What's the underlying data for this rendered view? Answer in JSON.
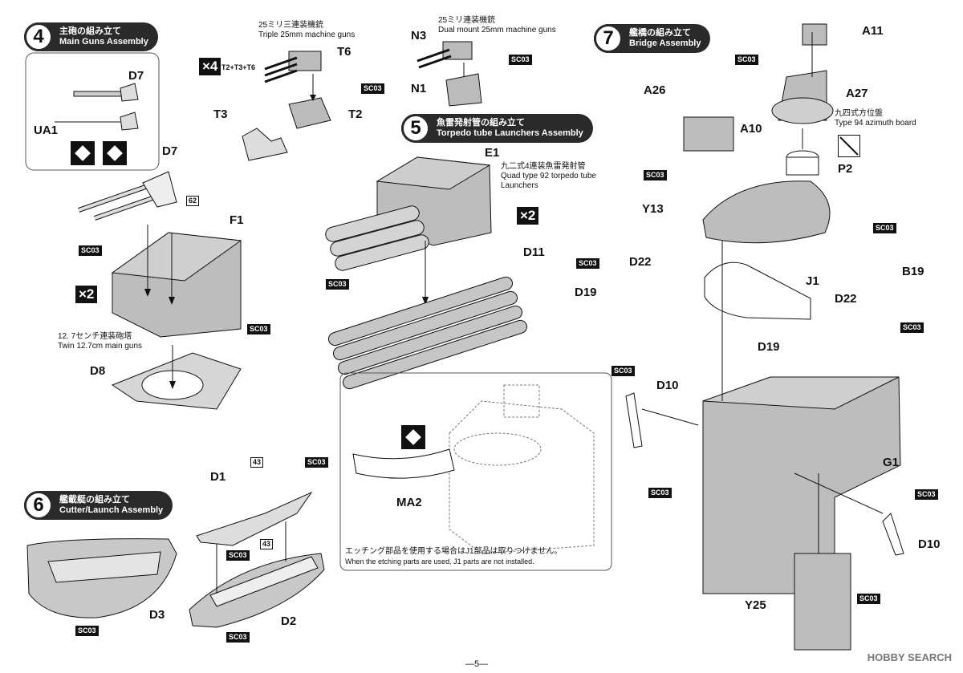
{
  "steps": {
    "s4": {
      "num": "4",
      "jp": "主砲の組み立て",
      "en": "Main Guns Assembly"
    },
    "s5": {
      "num": "5",
      "jp": "魚雷発射管の組み立て",
      "en": "Torpedo tube Launchers Assembly"
    },
    "s6": {
      "num": "6",
      "jp": "艦載艇の組み立て",
      "en": "Cutter/Launch Assembly"
    },
    "s7": {
      "num": "7",
      "jp": "艦橋の組み立て",
      "en": "Bridge Assembly"
    }
  },
  "parts": {
    "d7a": "D7",
    "ua1": "UA1",
    "d7b": "D7",
    "f1": "F1",
    "d8": "D8",
    "t6": "T6",
    "t3": "T3",
    "t2": "T2",
    "n3": "N3",
    "n1": "N1",
    "e1": "E1",
    "d11": "D11",
    "ma2": "MA2",
    "d1": "D1",
    "d3": "D3",
    "d2": "D2",
    "a11": "A11",
    "a26": "A26",
    "a27": "A27",
    "a10": "A10",
    "p2": "P2",
    "y13": "Y13",
    "d22a": "D22",
    "d19a": "D19",
    "j1": "J1",
    "b19": "B19",
    "d22b": "D22",
    "d19b": "D19",
    "d10a": "D10",
    "g1": "G1",
    "d10b": "D10",
    "y25": "Y25"
  },
  "notes": {
    "triple_jp": "25ミリ三連装機銃",
    "triple_en": "Triple 25mm machine guns",
    "dual_jp": "25ミリ連装機銃",
    "dual_en": "Dual mount 25mm machine guns",
    "twin_jp": "12. 7センチ連装砲塔",
    "twin_en": "Twin 12.7cm main guns",
    "torp_jp": "九二式4連装魚雷発射管",
    "torp_en1": "Quad type 92 torpedo tube",
    "torp_en2": "Launchers",
    "azi_jp": "九四式方位盤",
    "azi_en": "Type 94 azimuth board",
    "etch_jp": "エッチング部品を使用する場合はJ1部品は取りつけません。",
    "etch_en": "When the etching parts are used, J1 parts are not installed."
  },
  "quantities": {
    "x4": "×4",
    "x4_parts": "T2+T3+T6",
    "x2a": "×2",
    "x2b": "×2"
  },
  "paint_codes": {
    "sc": "SC03",
    "c62": "62",
    "c43a": "43",
    "c43b": "43"
  },
  "page_number": "—5—",
  "watermark": "HOBBY SEARCH",
  "colors": {
    "ink": "#111111",
    "part_gray": "#bdbdbd",
    "badge": "#2a2a2a"
  }
}
